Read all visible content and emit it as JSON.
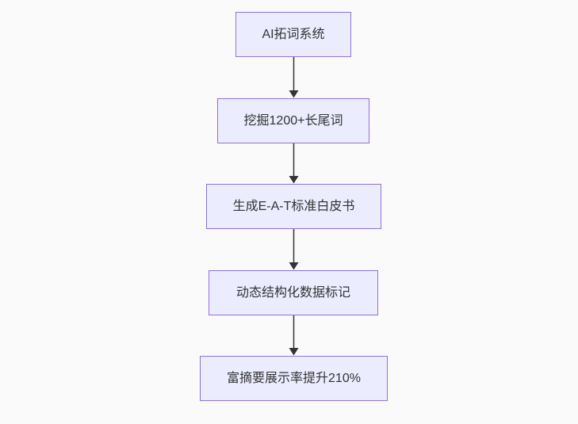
{
  "flowchart": {
    "type": "flowchart",
    "direction": "top-down",
    "colors": {
      "background": "#fafafa",
      "node_fill": "#ECECFF",
      "node_border": "#9370DB",
      "text": "#333333",
      "arrow": "#333333"
    },
    "nodes": [
      {
        "label": "AI拓词系统"
      },
      {
        "label": "挖掘1200+长尾词"
      },
      {
        "label": "生成E-A-T标准白皮书"
      },
      {
        "label": "动态结构化数据标记"
      },
      {
        "label": "富摘要展示率提升210%"
      }
    ],
    "edges": [
      {
        "from": "AI拓词系统",
        "to": "挖掘1200+长尾词"
      },
      {
        "from": "挖掘1200+长尾词",
        "to": "生成E-A-T标准白皮书"
      },
      {
        "from": "生成E-A-T标准白皮书",
        "to": "动态结构化数据标记"
      },
      {
        "from": "动态结构化数据标记",
        "to": "富摘要展示率提升210%"
      }
    ]
  }
}
